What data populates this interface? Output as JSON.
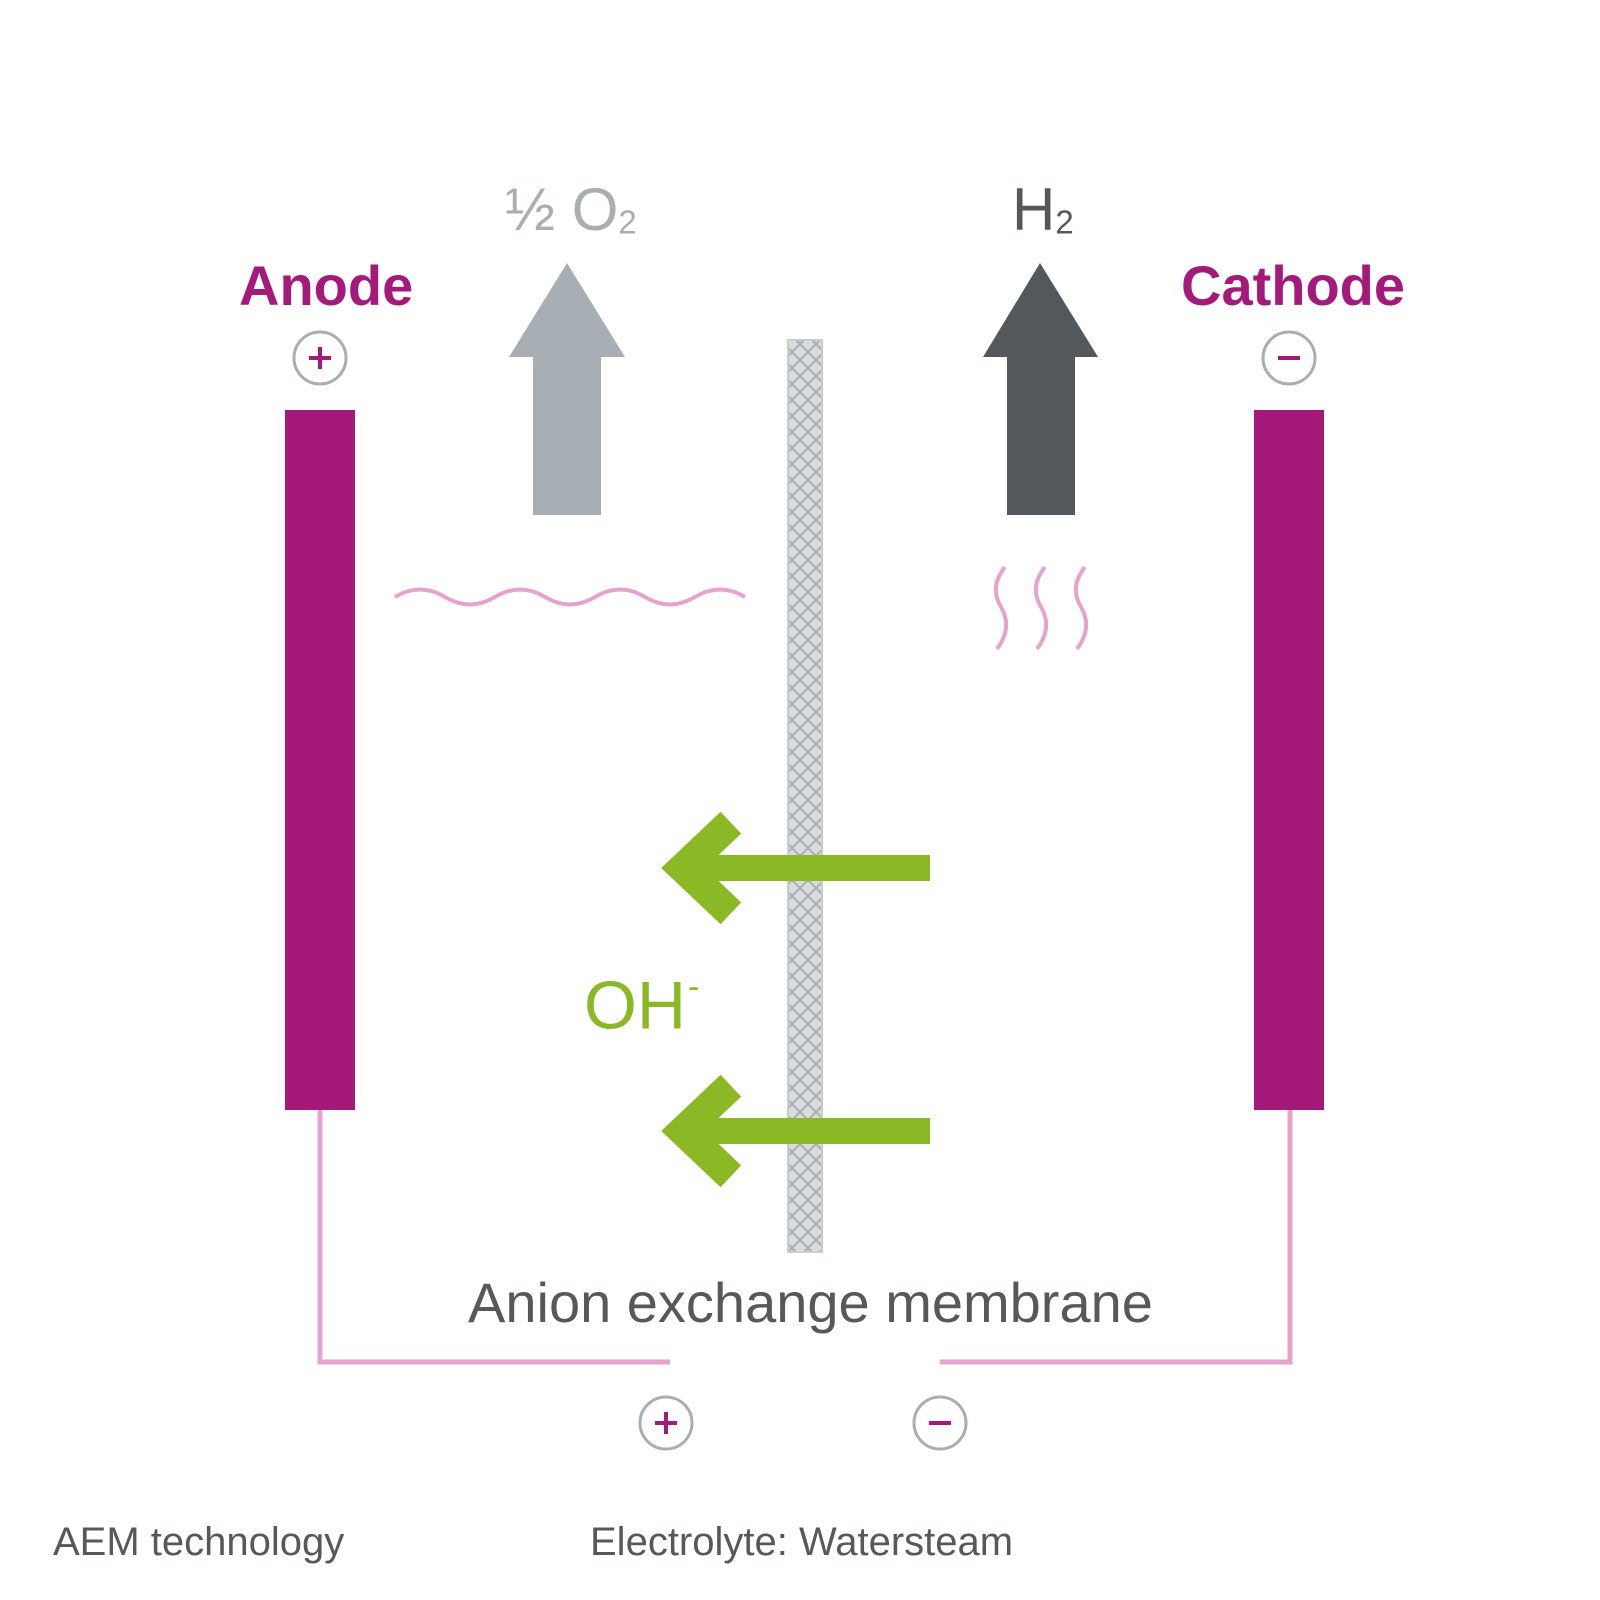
{
  "anode": {
    "label": "Anode",
    "terminal_symbol": "+"
  },
  "cathode": {
    "label": "Cathode",
    "terminal_symbol": "−"
  },
  "gases": {
    "oxygen": {
      "coefficient": "½",
      "formula": "O",
      "subscript": "2"
    },
    "hydrogen": {
      "formula": "H",
      "subscript": "2"
    }
  },
  "ion": {
    "formula": "OH",
    "charge": "-"
  },
  "membrane": {
    "label": "Anion exchange membrane"
  },
  "power_source": {
    "positive_symbol": "+",
    "negative_symbol": "−"
  },
  "captions": {
    "technology": "AEM technology",
    "electrolyte": "Electrolyte: Watersteam"
  },
  "colors": {
    "electrode": "#a5197a",
    "wire": "#e6a3cd",
    "oxygen_arrow": "#a8afb4",
    "hydrogen_arrow": "#53585c",
    "ion_arrow": "#8ab925",
    "text_gray": "#55595c",
    "light_gray": "#a8afb4"
  }
}
